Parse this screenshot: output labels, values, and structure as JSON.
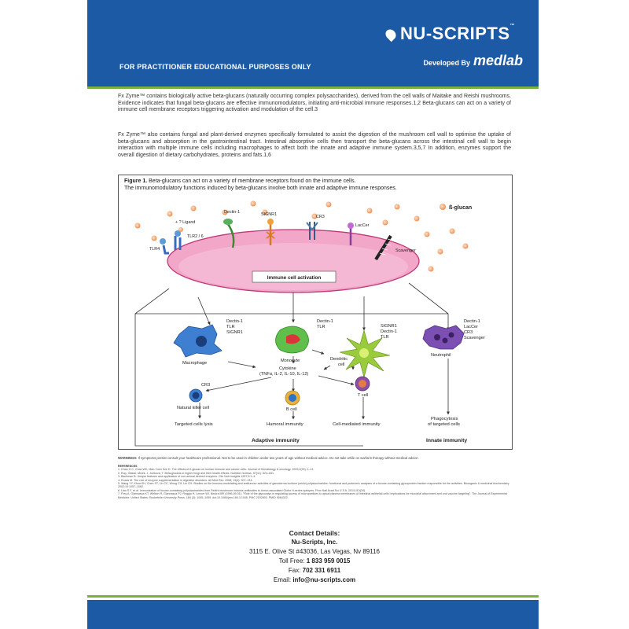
{
  "header": {
    "brand": "NU-SCRIPTS",
    "brand_tm": "™",
    "developed_by": "Developed By",
    "developer": "medlab",
    "notice": "FOR PRACTITIONER EDUCATIONAL PURPOSES ONLY"
  },
  "intro": {
    "p1": "Fx Zyme™ contains biologically active beta-glucans (naturally occurring complex polysaccharides), derived from the cell walls of Maitake and Reishi mushrooms. Evidence indicates that fungal beta-glucans are effective immunomodulators, initiating anti-microbial immune responses.1,2 Beta-glucans can act on a variety of immune cell membrane receptors triggering activation and modulation of the cell.3",
    "p2": "Fx Zyme™ also contains fungal and plant-derived enzymes specifically formulated to assist the digestion of the mushroom cell wall to optimise the uptake of beta-glucans and absorption in the gastrointestinal tract. Intestinal absorptive cells then transport the beta-glucans across the intestinal cell wall to begin interaction with multiple immune cells including macrophages to affect both the innate and adaptive immune system.3,5,7 In addition, enzymes support the overall digestion of dietary carbohydrates, proteins and fats.1,6"
  },
  "figure": {
    "label": "Figure 1.",
    "caption1": " Beta-glucans can act on a variety of membrane receptors found on the immune cells.",
    "caption2": "The immunomodulatory functions induced by beta-glucans involve both innate and adaptive immune responses.",
    "legend_glucan": "ß-glucan",
    "receptors": {
      "ligand": "+ ? Ligand",
      "tlr26": "TLR2 / 6",
      "tlr4": "TLR4",
      "dectin1": "Dectin-1",
      "signr1": "SIGNR1",
      "cr3": "CR3",
      "laccer": "LacCer",
      "scavenger": "Scavenger"
    },
    "activation": "Immune cell activation",
    "macrophage_receptors": [
      "Dectin-1",
      "TLR",
      "SIGNR1"
    ],
    "macrophage": "Macrophage",
    "monocyte_receptors": [
      "Dectin-1",
      "TLR"
    ],
    "monocyte": "Monocyte",
    "dendritic_receptors": [
      "SIGNR1",
      "Dectin-1",
      "TLR"
    ],
    "dendritic": [
      "Dendritic",
      "cell"
    ],
    "neutrophil_receptors": [
      "Dectin-1",
      "LacCer",
      "CR3",
      "Scavenger"
    ],
    "neutrophil": "Neutrophil",
    "cytokine": [
      "Cytokine",
      "(TNFα, IL-2, IL-10, IL-12)"
    ],
    "nk_cr3": "CR3",
    "nk": "Natural killer cell",
    "bcell": "B cell",
    "tcell": "T cell",
    "targeted_lysis": "Targeted cells lysis",
    "humoral": "Humoral immunity",
    "cell_mediated": "Cell-mediated immunity",
    "phago": [
      "Phagocytosis",
      "of targeted cells"
    ],
    "adaptive": "Adaptive immunity",
    "innate": "Innate immunity"
  },
  "warnings": {
    "label": "WARNINGS:",
    "text": " If symptoms persist consult your healthcare professional. Not to be used in children under two years of age without medical advice. Do not take while on warfarin therapy without medical advice."
  },
  "references": {
    "title": "REFERENCES",
    "items": [
      "1.  Chan G C, Chan WK, Man-Yuen Sze D. The effects of ß-glucan on human immune and cancer cells. Journal of Hematology & oncology. 2009;2(25): 1–11.",
      "2.  Rop, Otakar, Mlcek, J, Jurikova, T. Beta-glucans in higher fungi and their health effects. Nutrition reviews. 67(11): 624–631.",
      "3.  Bachman B. Unique features and application of non-animal derived enzymes. Clin Nutr Insights 1997;5:1–4.",
      "4.  Roxas M. The role of enzyme supplementation in digestive disorders. Alt Med Rev. 2008; 13(4): 307–314.",
      "5.  Wang YY, Khoo KH, Chen ST, Lin CC, Wong CH, Lin CH. Studies on the immuno-modulating and antitumour activities of ganoderma lucidum (reishi) polysaccharides: functional and proteomic analyses of a fucose-containing glycoprotein fraction responsible for the activities. Bioorganic & medicinal biochemistry. 2002;10:1057–1062.",
      "6.  Liao S F, et al. Immunization of fucose-containing polysaccharides from Reishi mushroom induces antibodies to tumor-associated Globo H-series epitopes. Proc Natl Acad Sci U S A. 2013;110(34).",
      "7.  Frey A, Giannasca KT, Weltzin R, Giannasca PJ, Reggio H, Lencer WI, Neutra MR (1996-09-01). \"Role of the glycocalyx in regulating access of microparticles to apical plasma membranes of intestinal epithelial cells: implications for microbial attachment and oral vaccine targeting\". The Journal of Experimental Medicine. United States: Rockefeller University Press. 184 (3): 1045–1059. doi:10.1084/jem.184.3.1045. PMC 2192803. PMID 9064322."
    ]
  },
  "contact": {
    "title": "Contact Details:",
    "company": "Nu-Scripts, Inc.",
    "address": "3115 E. Olive St #43036, Las Vegas, Nv 89116",
    "tollfree_label": "Toll Free: ",
    "tollfree": "1 833 959 0015",
    "fax_label": "Fax: ",
    "fax": "702 331 6911",
    "email_label": "Email: ",
    "email": "info@nu-scripts.com"
  },
  "colors": {
    "brand_blue": "#1d5aa6",
    "accent_green": "#7ab13c",
    "membrane_pink": "#f2a6c8",
    "glucan_orange": "#f3a46b"
  }
}
